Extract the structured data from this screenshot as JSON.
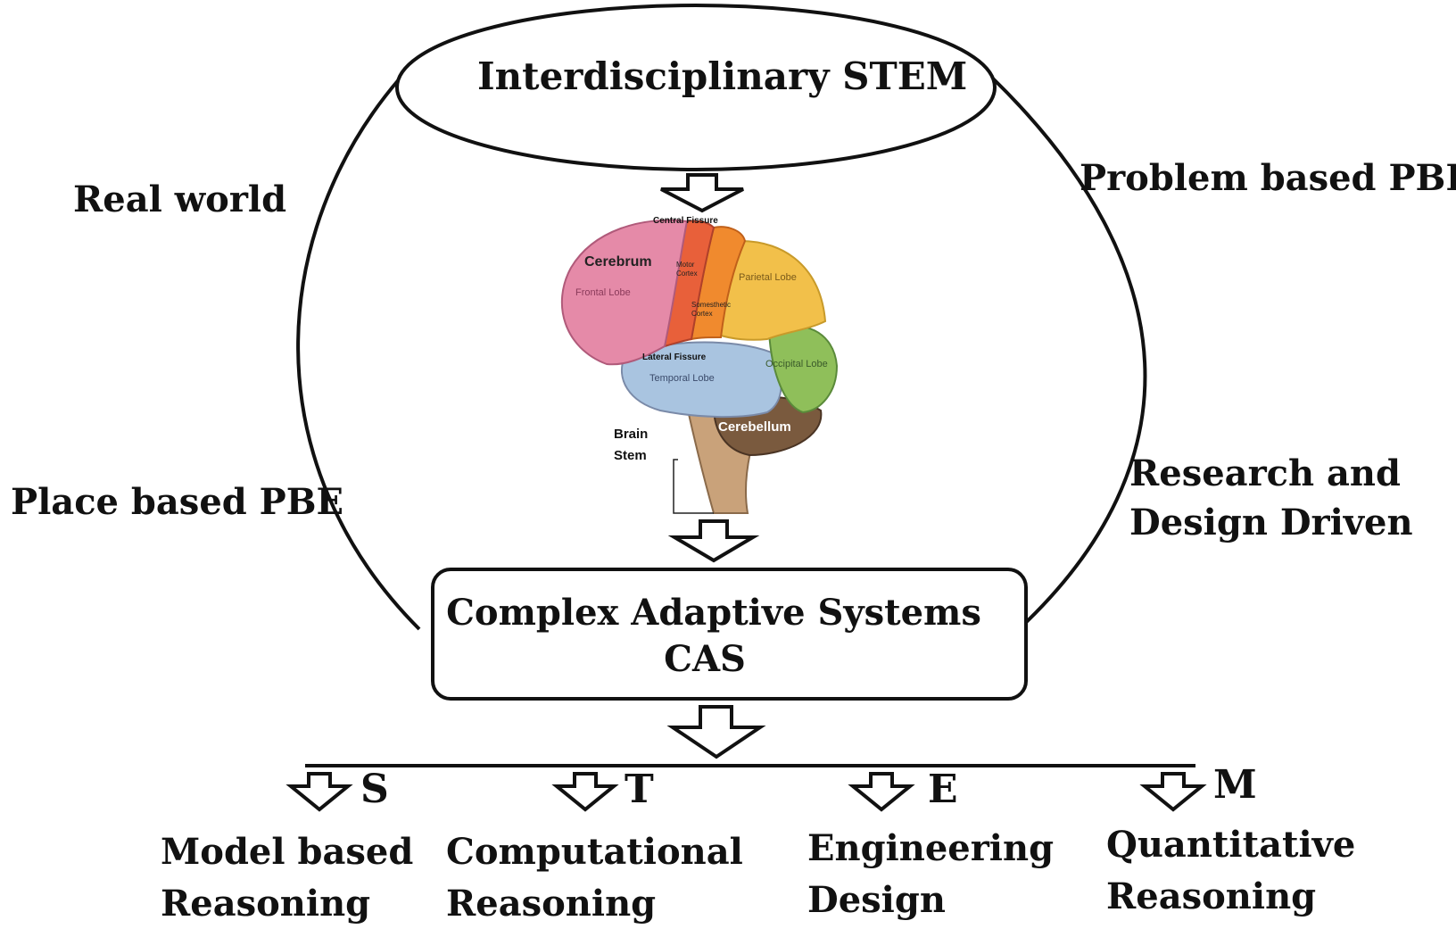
{
  "top_ellipse": {
    "title": "Interdisciplinary STEM"
  },
  "side_labels": {
    "left_top": "Real world",
    "left_bottom": "Place based  PBE",
    "right_top": "Problem based PBL",
    "right_bottom_line1": "Research and",
    "right_bottom_line2": "Design Driven"
  },
  "brain": {
    "central_fissure": "Central Fissure",
    "cerebrum": "Cerebrum",
    "frontal_lobe": "Frontal Lobe",
    "motor_cortex": "Motor Cortex",
    "parietal_lobe": "Parietal Lobe",
    "somesthetic_cortex": "Somesthetic Cortex",
    "lateral_fissure": "Lateral Fissure",
    "temporal_lobe": "Temporal Lobe",
    "occipital_lobe": "Occipital Lobe",
    "brain_stem_line1": "Brain",
    "brain_stem_line2": "Stem",
    "cerebellum": "Cerebellum"
  },
  "cas_box": {
    "line1": "Complex Adaptive Systems",
    "line2": "CAS"
  },
  "branches": [
    {
      "letter": "S",
      "line1": "Model based",
      "line2": "Reasoning"
    },
    {
      "letter": "T",
      "line1": "Computational",
      "line2": "Reasoning"
    },
    {
      "letter": "E",
      "line1": "Engineering",
      "line2": "Design"
    },
    {
      "letter": "M",
      "line1": "Quantitative",
      "line2": "Reasoning"
    }
  ],
  "colors": {
    "frontal": "#e58aa8",
    "motor": "#e8603a",
    "somesthetic": "#f08a2e",
    "parietal": "#f2c04a",
    "occipital": "#8fbf5a",
    "temporal": "#a9c4e0",
    "cerebellum": "#7a5a3e",
    "stem": "#c9a27a"
  }
}
